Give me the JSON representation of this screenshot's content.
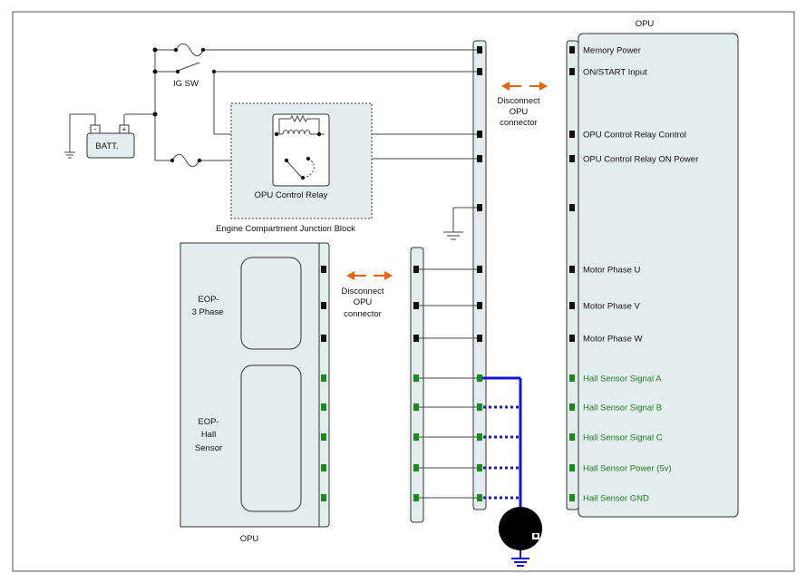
{
  "diagram": {
    "opu_right_title": "OPU",
    "opu_right_pins": [
      {
        "label": "Memory Power",
        "color": "black"
      },
      {
        "label": "ON/START Input",
        "color": "black"
      },
      {
        "label": "OPU Control Relay Control",
        "color": "black"
      },
      {
        "label": "OPU Control Relay ON Power",
        "color": "black"
      },
      {
        "label": "",
        "color": "black"
      },
      {
        "label": "Motor Phase U",
        "color": "black"
      },
      {
        "label": "Motor Phase V",
        "color": "black"
      },
      {
        "label": "Motor Phase W",
        "color": "black"
      },
      {
        "label": "Hall Sensor Signal A",
        "color": "green"
      },
      {
        "label": "Hall Sensor Signal B",
        "color": "green"
      },
      {
        "label": "Hall Sensor Signal C",
        "color": "green"
      },
      {
        "label": "Hall Sensor Power (5v)",
        "color": "green"
      },
      {
        "label": "Hall Sensor GND",
        "color": "green"
      }
    ],
    "disconnect_top": [
      "Disconnect",
      "OPU",
      "connector"
    ],
    "disconnect_bottom": [
      "Disconnect",
      "OPU",
      "connector"
    ],
    "ig_sw_label": "IG SW",
    "batt_label": "BATT.",
    "batt_minus": "-",
    "batt_plus": "+",
    "relay_label": "OPU Control Relay",
    "junction_block_label": "Engine Compartment Junction Block",
    "eop_3phase": [
      "EOP-",
      "3 Phase"
    ],
    "eop_hall": [
      "EOP-",
      "Hall",
      "Sensor"
    ],
    "opu_left_title": "OPU",
    "colors": {
      "wire": "#444444",
      "hall_wire": "#1414d8",
      "arrow": "#e8620c",
      "hall_pin": "#1a8a1a",
      "box_fill": "#e4eded"
    }
  }
}
